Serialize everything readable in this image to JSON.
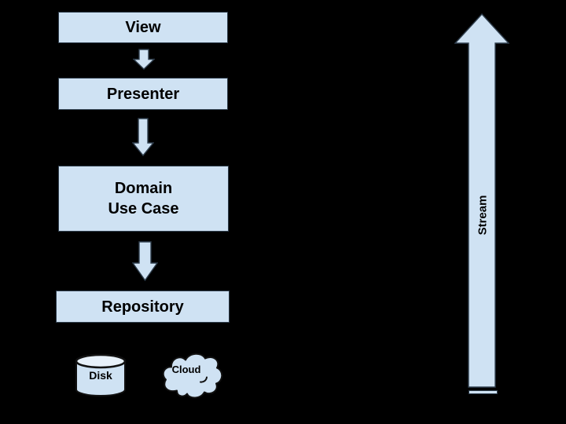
{
  "diagram": {
    "title": "Layered architecture flow diagram",
    "colors": {
      "background": "#000000",
      "shape_fill": "#cfe2f3",
      "shape_border": "#2f3e4d",
      "outline_dark": "#111111",
      "text": "#000000"
    },
    "boxes": [
      {
        "id": "view",
        "label": "View"
      },
      {
        "id": "presenter",
        "label": "Presenter"
      },
      {
        "id": "domain",
        "label": "Domain\nUse Case"
      },
      {
        "id": "repository",
        "label": "Repository"
      }
    ],
    "arrows": [
      {
        "id": "view-to-presenter",
        "direction": "down"
      },
      {
        "id": "presenter-to-domain",
        "direction": "down"
      },
      {
        "id": "domain-to-repository",
        "direction": "down"
      }
    ],
    "storage": {
      "disk_label": "Disk",
      "cloud_label": "Cloud"
    },
    "stream": {
      "label": "Stream",
      "direction": "up"
    }
  }
}
